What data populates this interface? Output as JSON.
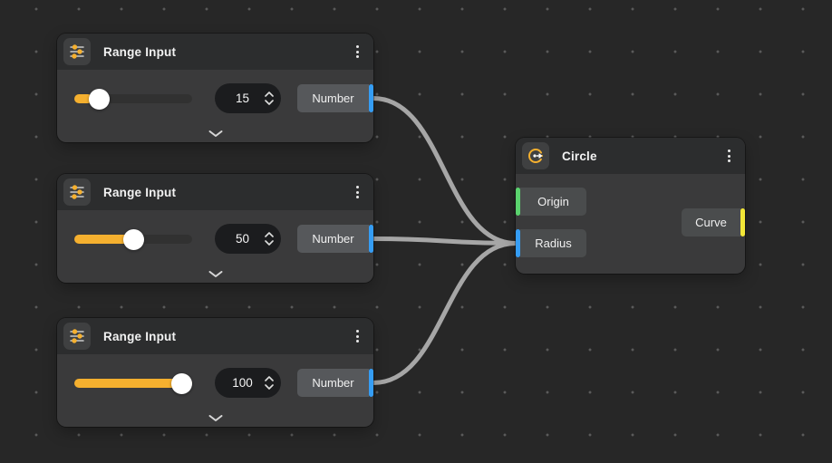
{
  "canvas": {
    "background": "#272727",
    "dot_color": "#5a5a5a"
  },
  "palette": {
    "amber": "#f5b02f",
    "port_blue": "#359df4",
    "port_green": "#5bd36e",
    "port_yellow": "#f2e637",
    "wire": "#a6a6a6"
  },
  "nodes": {
    "range_inputs": [
      {
        "title": "Range Input",
        "icon": "sliders-icon",
        "value": "15",
        "slider_percent": 15,
        "output_label": "Number"
      },
      {
        "title": "Range Input",
        "icon": "sliders-icon",
        "value": "50",
        "slider_percent": 50,
        "output_label": "Number"
      },
      {
        "title": "Range Input",
        "icon": "sliders-icon",
        "value": "100",
        "slider_percent": 100,
        "output_label": "Number"
      }
    ],
    "circle": {
      "title": "Circle",
      "icon": "circle-radius-icon",
      "inputs": [
        {
          "label": "Origin",
          "color": "#5bd36e"
        },
        {
          "label": "Radius",
          "color": "#359df4"
        }
      ],
      "outputs": [
        {
          "label": "Curve",
          "color": "#f2e637"
        }
      ]
    }
  },
  "wires": [
    {
      "from": "range-input-1.number-output",
      "to": "circle.radius-input"
    },
    {
      "from": "range-input-2.number-output",
      "to": "circle.radius-input"
    },
    {
      "from": "range-input-3.number-output",
      "to": "circle.radius-input"
    }
  ]
}
